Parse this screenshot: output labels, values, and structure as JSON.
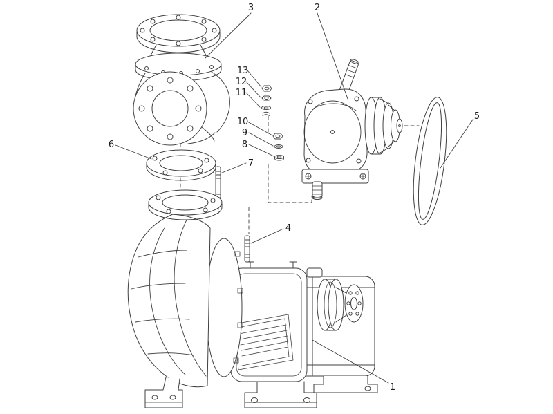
{
  "diagram": {
    "kind": "exploded-parts-line-drawing",
    "line_color": "#3f3f3f",
    "background_color": "#ffffff"
  },
  "callouts": {
    "c1": "1",
    "c2": "2",
    "c3": "3",
    "c4": "4",
    "c5": "5",
    "c6": "6",
    "c7": "7",
    "c8": "8",
    "c9": "9",
    "c10": "10",
    "c11": "11",
    "c12": "12",
    "c13": "13"
  }
}
